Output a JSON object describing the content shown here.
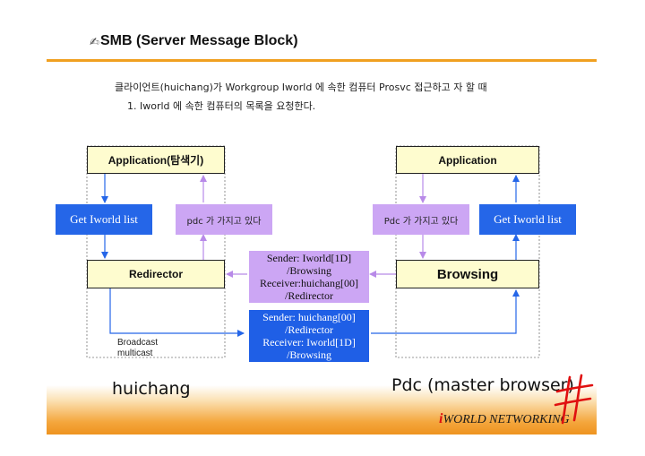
{
  "header": {
    "icon": "pen-icon",
    "title": "SMB (Server Message Block)"
  },
  "intro_text": "클라이언트(huichang)가 Workgroup Iworld 에 속한 컴퓨터 Prosvc 접근하고 자 할 때",
  "step_text": "1. Iworld 에 속한 컴퓨터의 목록을 요청한다.",
  "client": {
    "application": "Application(탐색기)",
    "get_list": "Get Iworld list",
    "pdc_have": "pdc 가 가지고 있다",
    "redirector": "Redirector",
    "broadcast": "Broadcast",
    "multicast": "multicast",
    "label": "huichang"
  },
  "server": {
    "application": "Application",
    "get_list": "Get Iworld list",
    "pdc_have": "Pdc 가 가지고 있다",
    "browsing": "Browsing",
    "label": "Pdc (master browser)"
  },
  "reply_message": {
    "line1": "Sender: Iworld[1D]",
    "line2": "/Browsing",
    "line3": "Receiver:huichang[00]",
    "line4": "/Redirector"
  },
  "request_message": {
    "line1": "Sender: huichang[00]",
    "line2": "/Redirector",
    "line3": "Receiver: Iworld[1D]",
    "line4": "/Browsing"
  },
  "footer": {
    "brand_mark": "i",
    "brand_text": "WORLD NETWORKING"
  },
  "colors": {
    "accent_orange": "#f0a020",
    "node_yellow": "#fefccf",
    "action_blue": "#2566e8",
    "note_lilac": "#cca6f4",
    "logo_red": "#e01010"
  }
}
